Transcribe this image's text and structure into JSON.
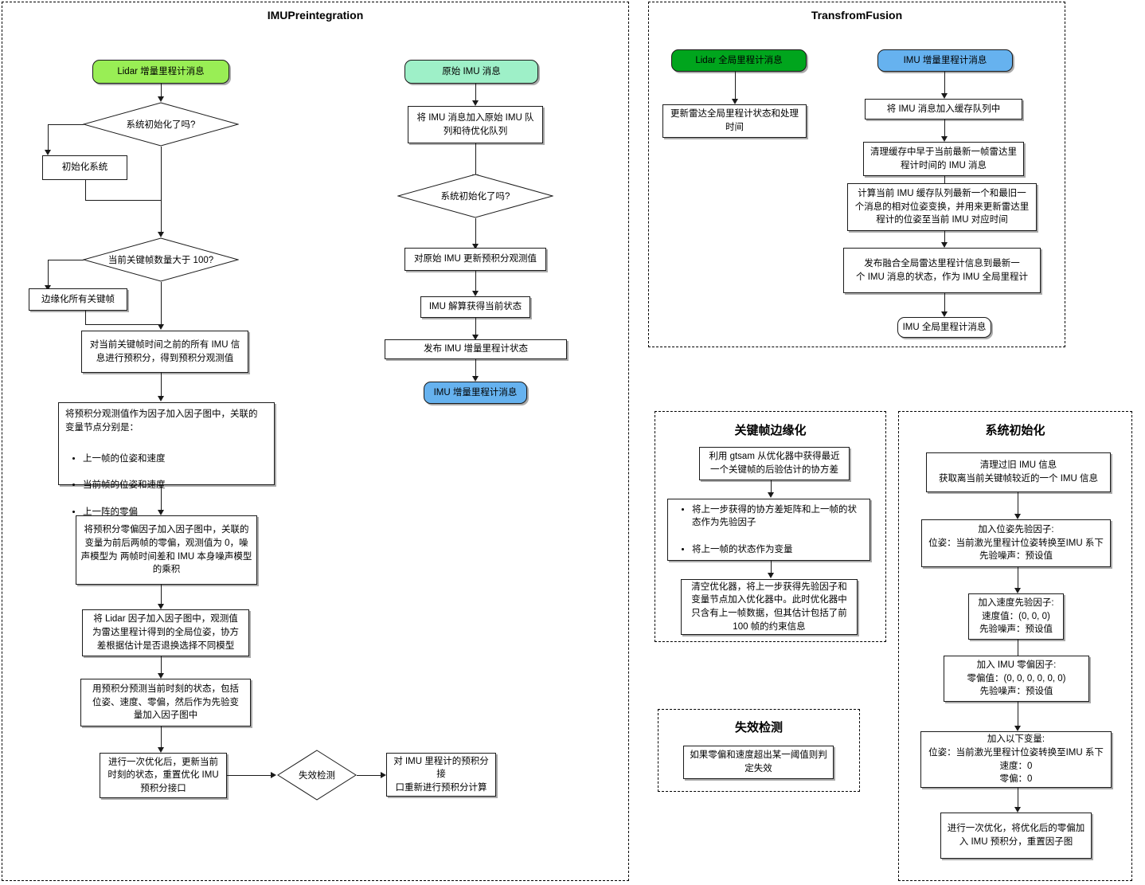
{
  "groups": {
    "imu_preintegration": {
      "title": "IMUPreintegration"
    },
    "transfrom_fusion": {
      "title": "TransfromFusion"
    },
    "keyframe_marginalization": {
      "title": "关键帧边缘化"
    },
    "system_initialization": {
      "title": "系统初始化"
    },
    "failure_detection": {
      "title": "失效检测"
    }
  },
  "colors": {
    "lidar_incremental_green": "#99ee55",
    "raw_imu_mint": "#9ef0c8",
    "lidar_global_green": "#00a51d",
    "imu_incremental_blue": "#66b2ef",
    "line": "#1a1a1a"
  },
  "imu_preintegration": {
    "col1": {
      "start": "Lidar 增量里程计消息",
      "decision_init": "系统初始化了吗?",
      "init_system": "初始化系统",
      "decision_kf": "当前关键帧数量大于 100?",
      "marginalize": "边缘化所有关键帧",
      "preintegrate": "对当前关键帧时间之前的所有 IMU 信\n息进行预积分，得到预积分观测值",
      "factor_header": "将预积分观测值作为因子加入因子图中，关联的\n变量节点分别是：",
      "factor_bullets": [
        "上一帧的位姿和速度",
        "当前帧的位姿和速度",
        "上一阵的零偏"
      ],
      "bias_factor": "将预积分零偏因子加入因子图中，关联的\n变量为前后两帧的零偏，观测值为 0，噪\n声模型为 两帧时间差和 IMU 本身噪声模型\n的乘积",
      "lidar_factor": "将 Lidar 因子加入因子图中，观测值\n为雷达里程计得到的全局位姿，协方\n差根据估计是否退换选择不同模型",
      "predict_state": "用预积分预测当前时刻的状态，包括\n位姿、速度、零偏，然后作为先验变\n量加入因子图中",
      "optimize_reset": "进行一次优化后，更新当前\n时刻的状态，重置优化 IMU\n预积分接口",
      "failure_decision": "失效检测",
      "recompute": "对 IMU 里程计的预积分接\n口重新进行预积分计算"
    },
    "col2": {
      "start": "原始 IMU 消息",
      "enqueue": "将 IMU 消息加入原始 IMU 队\n列和待优化队列",
      "decision_init": "系统初始化了吗?",
      "update_preint": "对原始 IMU 更新预积分观测值",
      "solve_state": "IMU 解算获得当前状态",
      "publish": "发布 IMU 增量里程计状态",
      "output": "IMU 增量里程计消息"
    }
  },
  "transfrom_fusion": {
    "lidar_branch": {
      "start": "Lidar 全局里程计消息",
      "update": "更新雷达全局里程计状态和处理\n时间"
    },
    "imu_branch": {
      "start": "IMU 增量里程计消息",
      "enqueue": "将 IMU 消息加入缓存队列中",
      "clean": "清理缓存中早于当前最新一帧雷达里\n程计时间的 IMU 消息",
      "compute": "计算当前 IMU 缓存队列最新一个和最旧一\n个消息的相对位姿变换，并用来更新雷达里\n程计的位姿至当前 IMU 对应时间",
      "publish": "发布融合全局雷达里程计信息到最新一\n个 IMU 消息的状态，作为 IMU 全局里程计",
      "output": "IMU 全局里程计消息"
    }
  },
  "keyframe_marginalization": {
    "get_cov": "利用 gtsam 从优化器中获得最近\n一个关键帧的后验估计的协方差",
    "bullets": [
      "将上一步获得的协方差矩阵和上一帧的状\n态作为先验因子",
      "将上一帧的状态作为变量"
    ],
    "clear_optimizer": "清空优化器，将上一步获得先验因子和\n变量节点加入优化器中。此时优化器中\n只含有上一帧数据，但其估计包括了前\n100 帧的约束信息"
  },
  "system_initialization": {
    "clean_old": "清理过旧 IMU 信息\n获取离当前关键帧较近的一个 IMU 信息",
    "pose_prior": "加入位姿先验因子:\n位姿：当前激光里程计位姿转换至IMU 系下\n先验噪声：预设值",
    "vel_prior": "加入速度先验因子:\n速度值：(0, 0, 0)\n先验噪声：预设值",
    "bias_prior": "加入 IMU 零偏因子:\n零偏值：(0, 0, 0, 0, 0, 0)\n先验噪声：预设值",
    "add_vars": "加入以下变量:\n位姿：当前激光里程计位姿转换至IMU 系下\n速度：0\n零偏：0",
    "optimize_once": "进行一次优化，将优化后的零偏加\n入 IMU 预积分，重置因子图"
  },
  "failure_detection": {
    "rule": "如果零偏和速度超出某一阈值则判\n定失效"
  }
}
